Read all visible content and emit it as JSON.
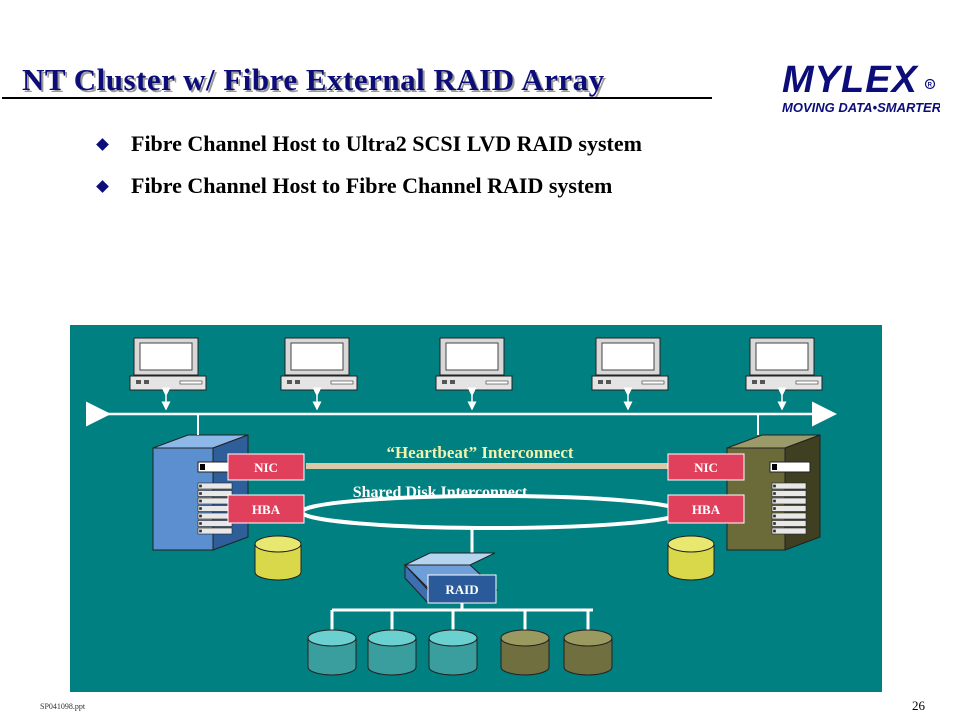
{
  "slide": {
    "title": "NT Cluster w/ Fibre External RAID Array",
    "bullets": [
      "Fibre Channel Host to Ultra2 SCSI LVD RAID system",
      "Fibre Channel Host to Fibre Channel RAID system"
    ]
  },
  "logo": {
    "brand": "MYLEX",
    "tagline": "MOVING DATA•SMARTER",
    "registered": "R"
  },
  "diagram": {
    "heartbeat_label": "“Heartbeat” Interconnect",
    "shared_disk_label": "Shared Disk Interconnect",
    "left_node": {
      "nic": "NIC",
      "hba": "HBA"
    },
    "right_node": {
      "nic": "NIC",
      "hba": "HBA"
    },
    "raid_label": "RAID",
    "clients_count": 5
  },
  "footer": {
    "file": "SP041098.ppt",
    "page": "26"
  },
  "colors": {
    "title": "#0d0d7a",
    "diagram_bg": "#008080",
    "nic_hba_box": "#e0405c",
    "left_server": "#5b8fcf",
    "right_server": "#6b6b3a",
    "disk_yellow": "#d8d84a",
    "disk_teal": "#3a9e9e",
    "disk_olive": "#6f6f3f"
  }
}
